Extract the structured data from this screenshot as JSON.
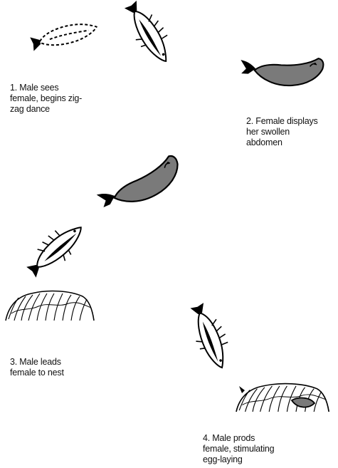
{
  "captions": {
    "step1": "1. Male sees\nfemale, begins zig-\nzag dance",
    "step2": "2. Female displays\nher swollen\nabdomen",
    "step3": "3. Male leads\nfemale to nest",
    "step4": "4. Male prods\nfemale, stimulating\negg-laying"
  },
  "colors": {
    "ink": "#000000",
    "female_body": "#7a7a7a",
    "background": "#ffffff"
  },
  "icons": [
    "male-fish-icon",
    "female-fish-icon",
    "nest-icon"
  ]
}
